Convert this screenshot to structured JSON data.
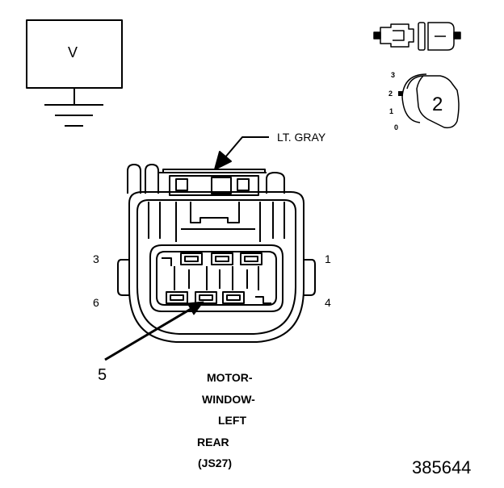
{
  "meter": {
    "symbol": "V"
  },
  "selector": {
    "positions": [
      "3",
      "2",
      "1",
      "0"
    ],
    "selected": "2"
  },
  "connector": {
    "color_callout": "LT. GRAY",
    "pins": {
      "top_left": "3",
      "top_right": "1",
      "bottom_left": "6",
      "bottom_right": "4",
      "pointer": "5"
    },
    "name_lines": [
      "MOTOR-",
      "WINDOW-",
      "LEFT",
      "REAR",
      "(JS27)"
    ]
  },
  "figure_number": "385644"
}
